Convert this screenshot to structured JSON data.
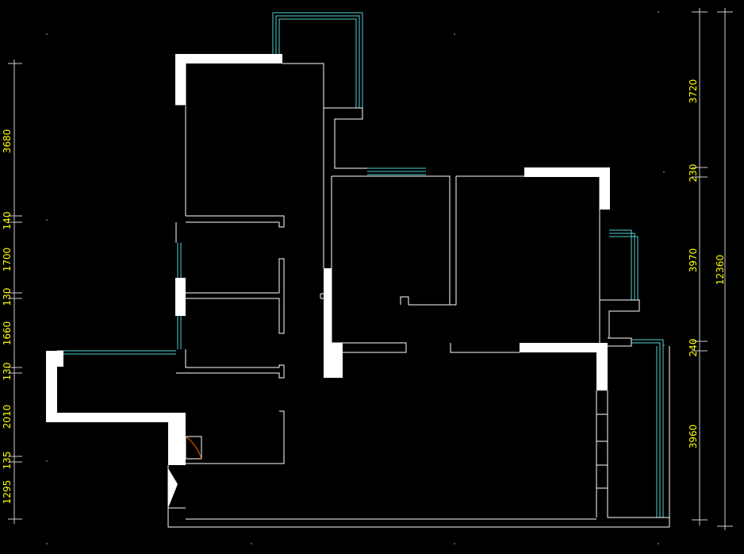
{
  "drawing": {
    "background": "#000000",
    "colors": {
      "wall_fill": "#ffffff",
      "line": "#ffffff",
      "window": "#4fd0d0",
      "dimension_text": "#ffff00",
      "dimension_line": "#cccccc",
      "door_swing": "#ff6a00"
    }
  },
  "dimensions": {
    "left": [
      "3680",
      "140",
      "1700",
      "130",
      "1660",
      "130",
      "2010",
      "135",
      "1295"
    ],
    "right": [
      "3720",
      "230",
      "3970",
      "240",
      "3960"
    ],
    "total": "12360"
  }
}
